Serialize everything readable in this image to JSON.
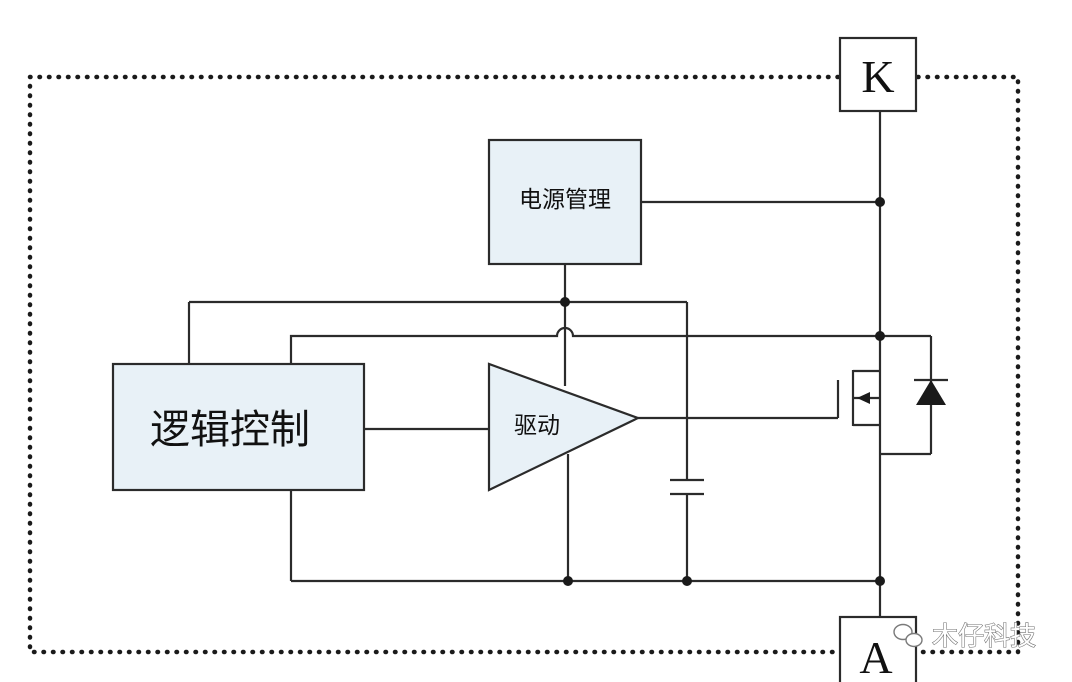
{
  "blocks": {
    "power_management": "电源管理",
    "logic_control": "逻辑控制",
    "driver": "驱动"
  },
  "terminals": {
    "cathode": "K",
    "anode": "A"
  },
  "watermark": {
    "text": "木仔科技",
    "icon": "wechat-icon"
  },
  "colors": {
    "block_fill": "#e8f1f7",
    "line": "#2b2b2b"
  }
}
